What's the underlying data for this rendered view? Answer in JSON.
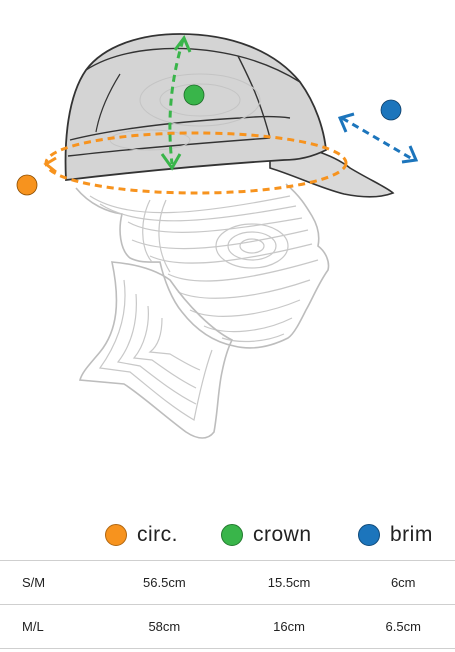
{
  "illustration": {
    "subject": "cap-on-head",
    "markers": [
      {
        "id": "circ",
        "color": "#f7931e"
      },
      {
        "id": "crown",
        "color": "#39b54a"
      },
      {
        "id": "brim",
        "color": "#1c75bc"
      }
    ]
  },
  "legend": [
    {
      "label": "circ.",
      "color": "#f7931e"
    },
    {
      "label": "crown",
      "color": "#39b54a"
    },
    {
      "label": "brim",
      "color": "#1c75bc"
    }
  ],
  "sizes": [
    {
      "size": "S/M",
      "circ": "56.5cm",
      "crown": "15.5cm",
      "brim": "6cm"
    },
    {
      "size": "M/L",
      "circ": "58cm",
      "crown": "16cm",
      "brim": "6.5cm"
    }
  ]
}
